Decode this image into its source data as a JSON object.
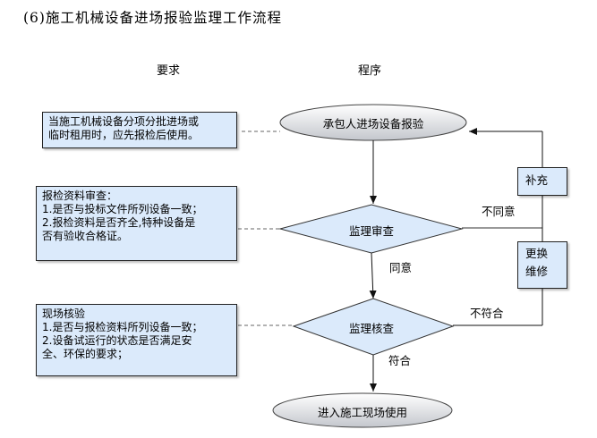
{
  "title": "(6)施工机械设备进场报验监理工作流程",
  "columns": {
    "requirements": "要求",
    "procedure": "程序"
  },
  "requirements": [
    {
      "lines": [
        "当施工机械设备分项分批进场或",
        "临时租用时，应先报检后使用。"
      ]
    },
    {
      "lines": [
        "报检资料审查：",
        "1.是否与投标文件所列设备一致；",
        "2.报检资料是否齐全,特种设备是",
        "否有验收合格证。"
      ]
    },
    {
      "lines": [
        "现场核验",
        "1.是否与报检资料所列设备一致；",
        "2.设备试运行的状态是否满足安",
        "全、环保的要求；"
      ]
    }
  ],
  "process": {
    "start": "承包人进场设备报验",
    "review": "监理审查",
    "inspect": "监理核查",
    "end": "进入施工现场使用"
  },
  "branches": {
    "supplement": "补充",
    "replace_line1": "更换",
    "replace_line2": "维修"
  },
  "edge_labels": {
    "disagree": "不同意",
    "agree": "同意",
    "not_conform": "不符合",
    "conform": "符合"
  },
  "colors": {
    "box_fill": "#dbeafb",
    "ellipse_fill_top": "#ffffff",
    "ellipse_fill_bottom": "#c9ccd2",
    "line": "#222222",
    "dash": "#666666"
  }
}
